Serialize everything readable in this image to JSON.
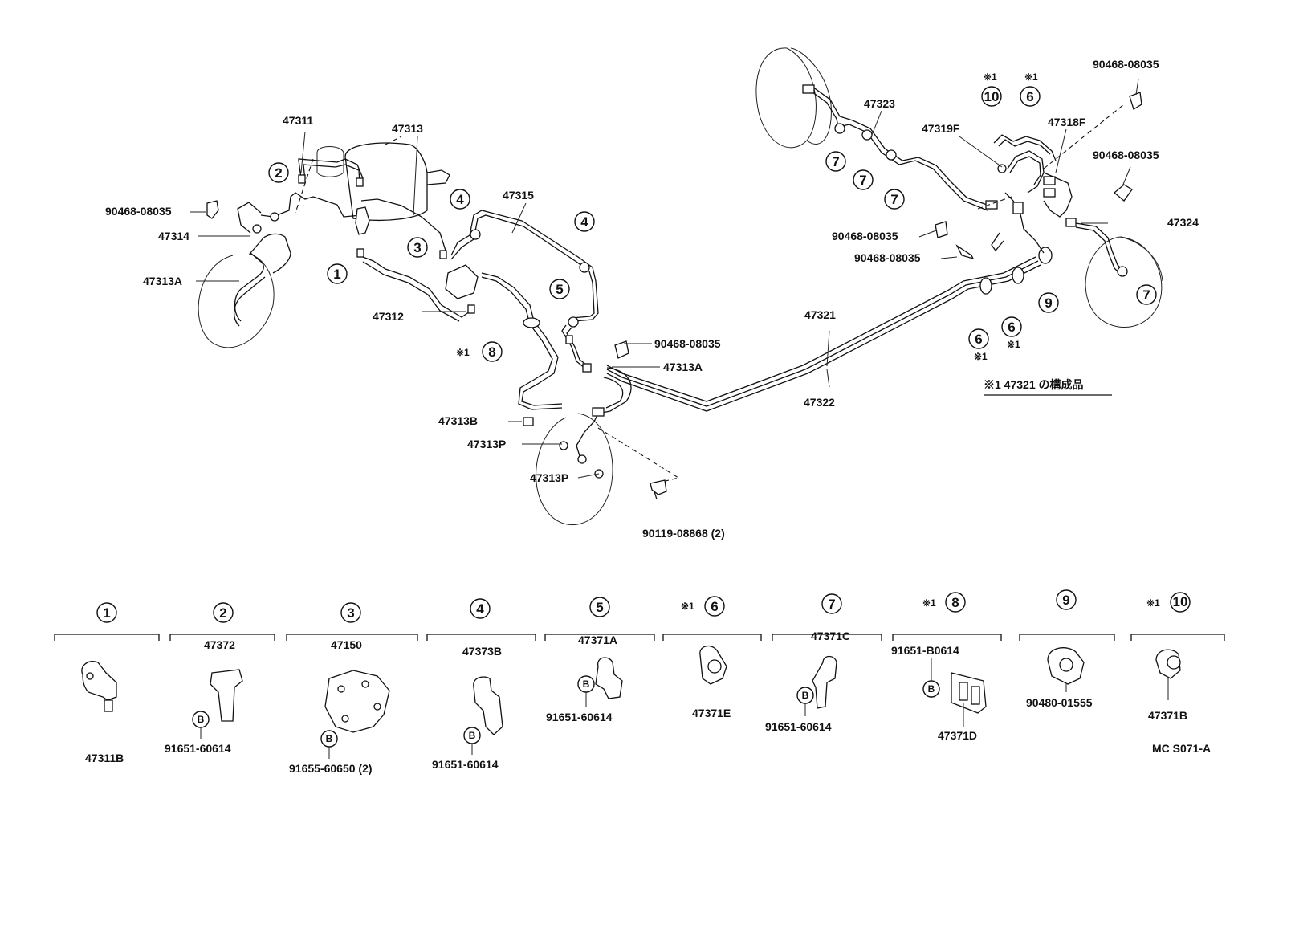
{
  "callouts": {
    "p47311": "47311",
    "p47313": "47313",
    "p47315": "47315",
    "p90468_a": "90468-08035",
    "p47314": "47314",
    "p47313A_a": "47313A",
    "p47312": "47312",
    "p90468_b": "90468-08035",
    "p47313A_b": "47313A",
    "p47313B": "47313B",
    "p47313P_a": "47313P",
    "p47313P_b": "47313P",
    "p90119": "90119-08868 (2)",
    "p47321": "47321",
    "p47322": "47322",
    "p47323": "47323",
    "p47319F": "47319F",
    "p47318F": "47318F",
    "p90468_c": "90468-08035",
    "p90468_d": "90468-08035",
    "p90468_e": "90468-08035",
    "p90468_f": "90468-08035",
    "p47324": "47324"
  },
  "circles": {
    "c1": "1",
    "c2": "2",
    "c3": "3",
    "c4a": "4",
    "c4b": "4",
    "c5": "5",
    "c8": "8",
    "c7a": "7",
    "c7b": "7",
    "c7c": "7",
    "c7d": "7",
    "c10": "10",
    "c6a": "6",
    "c6b": "6",
    "c6c": "6",
    "c9": "9"
  },
  "marks": {
    "m8": "※1",
    "m10": "※1",
    "m6a": "※1",
    "m6b": "※1",
    "m6c": "※1"
  },
  "note": "※1 47321 の構成品",
  "detail": {
    "d1": {
      "num": "1",
      "part": "47311B"
    },
    "d2": {
      "num": "2",
      "part": "47372",
      "bolt": "91651-60614",
      "b": "B"
    },
    "d3": {
      "num": "3",
      "part": "47150",
      "bolt": "91655-60650 (2)",
      "b": "B"
    },
    "d4": {
      "num": "4",
      "part": "47373B",
      "bolt": "91651-60614",
      "b": "B"
    },
    "d5": {
      "num": "5",
      "part": "47371A",
      "bolt": "91651-60614",
      "b": "B"
    },
    "d6": {
      "mark": "※1",
      "num": "6",
      "part": "47371E"
    },
    "d7": {
      "num": "7",
      "part": "47371C",
      "bolt": "91651-60614",
      "b": "B"
    },
    "d8": {
      "mark": "※1",
      "num": "8",
      "bolt": "91651-B0614",
      "part": "47371D",
      "b": "B"
    },
    "d9": {
      "num": "9",
      "part": "90480-01555"
    },
    "d10": {
      "mark": "※1",
      "num": "10",
      "part": "47371B"
    }
  },
  "footer_code": "MC S071-A"
}
